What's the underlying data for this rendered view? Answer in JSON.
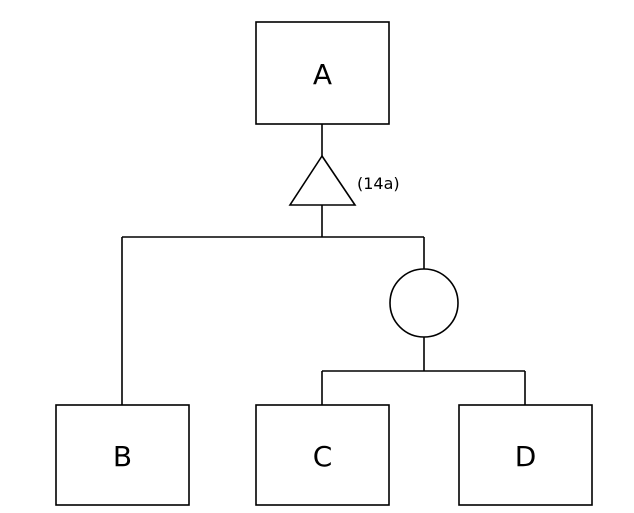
{
  "nodes": {
    "a": {
      "label": "A"
    },
    "b": {
      "label": "B"
    },
    "c": {
      "label": "C"
    },
    "d": {
      "label": "D"
    }
  },
  "gate": {
    "annotation": "(14a)"
  },
  "colors": {
    "stroke": "#000000",
    "background": "#ffffff"
  }
}
